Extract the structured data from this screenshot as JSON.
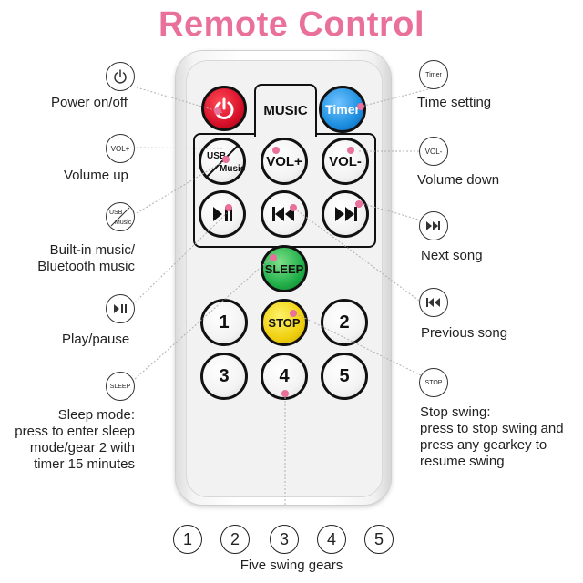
{
  "title": "Remote Control",
  "remote": {
    "music_tab": "MUSIC",
    "timer": "Timer",
    "usb_music": {
      "line1": "USB",
      "line2": "Music"
    },
    "vol_up": "VOL+",
    "vol_down": "VOL-",
    "sleep": "SLEEP",
    "stop": "STOP",
    "gears": [
      "1",
      "2",
      "3",
      "4",
      "5"
    ]
  },
  "callouts": {
    "power": "Power on/off",
    "timer": "Time setting",
    "vol_up": "Volume up",
    "vol_down": "Volume down",
    "music": {
      "line1": "Built-in music/",
      "line2": "Bluetooth music"
    },
    "next": "Next song",
    "play": "Play/pause",
    "prev": "Previous song",
    "sleep": {
      "line1": "Sleep mode:",
      "line2": "press to enter sleep",
      "line3": "mode/gear 2 with",
      "line4": "timer 15 minutes"
    },
    "stop": {
      "line1": "Stop swing:",
      "line2": "press to stop swing and",
      "line3": "press any gearkey to",
      "line4": "resume swing"
    }
  },
  "icon_labels": {
    "timer": "Timer",
    "vol_up": "VOL+",
    "vol_down": "VOL-",
    "usb": "USB",
    "music": "Music",
    "sleep": "SLEEP",
    "stop": "STOP"
  },
  "gears_row": [
    "1",
    "2",
    "3",
    "4",
    "5"
  ],
  "gears_caption": "Five swing gears",
  "colors": {
    "accent": "#e8709a",
    "power": "#d8102a",
    "timer": "#1e8fe0",
    "sleep": "#22b04a",
    "stop": "#f0d010"
  }
}
